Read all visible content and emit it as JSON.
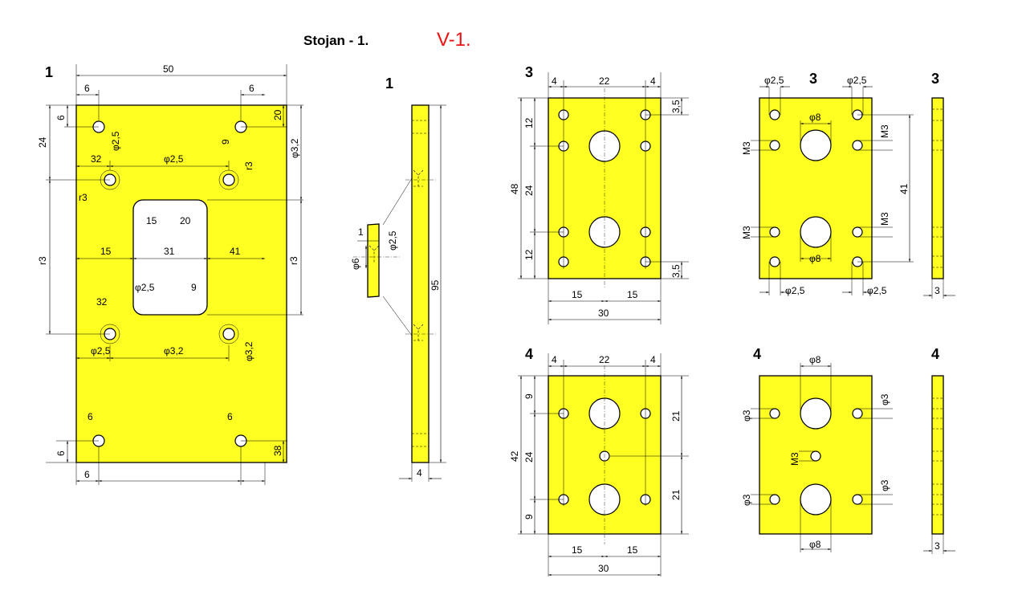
{
  "header": {
    "title": "Stojan - 1.",
    "revision": "V-1."
  },
  "parts": [
    {
      "label": "1",
      "dims": [
        "50",
        "6",
        "6",
        "6",
        "20",
        "24",
        "φ3,2",
        "φ2,5",
        "9",
        "32",
        "φ2,5",
        "r3",
        "r3",
        "15",
        "20",
        "15",
        "31",
        "41",
        "r3",
        "r3",
        "φ2,5",
        "9",
        "32",
        "φ2,5",
        "φ3,2",
        "φ3,2",
        "6",
        "6",
        "6",
        "38",
        "6"
      ]
    },
    {
      "label": "1",
      "dims": [
        "1",
        "φ2,5",
        "φ6",
        "95",
        "4"
      ]
    },
    {
      "label": "3",
      "dims": [
        "4",
        "22",
        "4",
        "3,5",
        "12",
        "48",
        "24",
        "12",
        "3,5",
        "15",
        "15",
        "30"
      ]
    },
    {
      "label": "3",
      "dims": [
        "φ2,5",
        "φ2,5",
        "φ8",
        "M3",
        "M3",
        "41",
        "M3",
        "M3",
        "φ8",
        "φ2,5",
        "φ2,5"
      ]
    },
    {
      "label": "3",
      "dims": [
        "3"
      ]
    },
    {
      "label": "4",
      "dims": [
        "4",
        "22",
        "4",
        "9",
        "42",
        "24",
        "9",
        "21",
        "21",
        "15",
        "15",
        "30"
      ]
    },
    {
      "label": "4",
      "dims": [
        "φ8",
        "φ3",
        "φ3",
        "M3",
        "φ3",
        "φ3",
        "φ8"
      ]
    },
    {
      "label": "4",
      "dims": [
        "3"
      ]
    }
  ],
  "colors": {
    "plate": "#ffff22",
    "revision": "#ee1111"
  }
}
